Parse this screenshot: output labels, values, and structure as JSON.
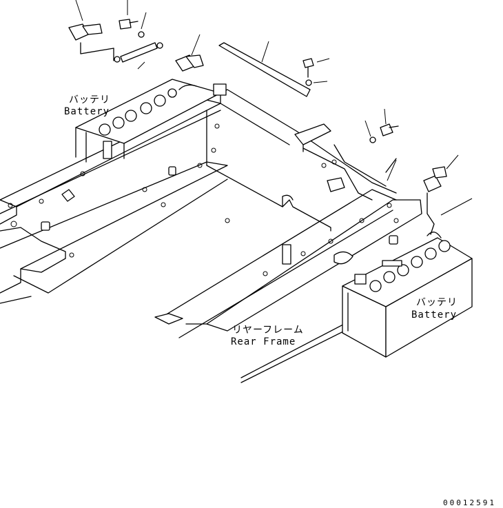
{
  "labels": {
    "battery_left_jp": "バッテリ",
    "battery_left_en": "Battery",
    "battery_right_jp": "バッテリ",
    "battery_right_en": "Battery",
    "rear_frame_jp": "リヤーフレーム",
    "rear_frame_en": "Rear Frame"
  },
  "document_number": "00012591"
}
